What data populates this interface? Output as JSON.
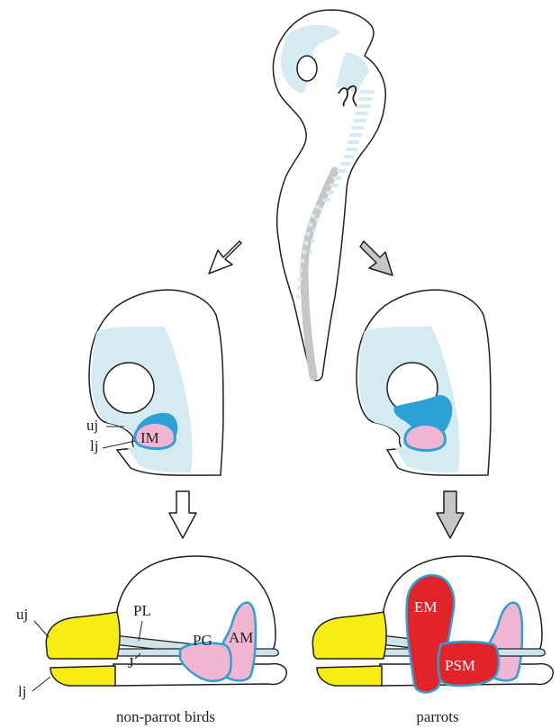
{
  "labels": {
    "uj_mid": "uj",
    "lj_mid": "lj",
    "im": "IM",
    "uj_bottom": "uj",
    "lj_bottom": "lj",
    "pl": "PL",
    "j": "J",
    "pg": "PG",
    "am": "AM",
    "em": "EM",
    "psm": "PSM"
  },
  "captions": {
    "left": "non-parrot birds",
    "right": "parrots"
  },
  "colors": {
    "outline": "#231f20",
    "light_blue": "#d4ecf1",
    "blue": "#2da0d5",
    "pink": "#f2b6d2",
    "red": "#e2232a",
    "yellow": "#f7ec13",
    "grey": "#c6c6c6",
    "bar": "#cfe3ea"
  }
}
